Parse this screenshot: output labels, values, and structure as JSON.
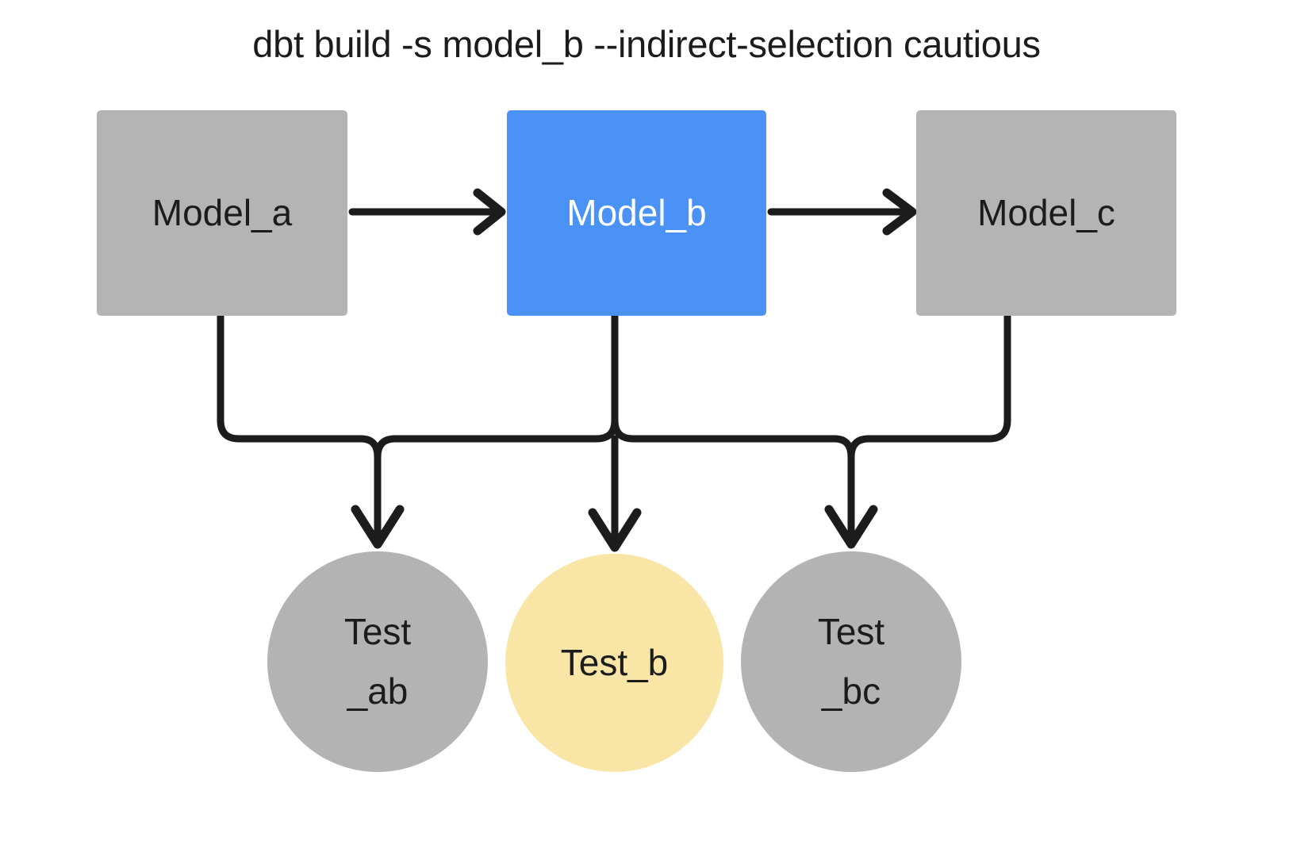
{
  "title": "dbt build -s model_b --indirect-selection cautious",
  "colors": {
    "background": "#ffffff",
    "model_default": "#b4b4b4",
    "model_selected": "#4a92f5",
    "test_default": "#b3b3b3",
    "test_highlight": "#f9e6a7",
    "edge": "#1c1c1c",
    "text_dark": "#1c1c1c",
    "text_light": "#ffffff"
  },
  "models": [
    {
      "id": "model_a",
      "label": "Model_a",
      "fill": "#b4b4b4",
      "text_color": "#1c1c1c",
      "selected": false
    },
    {
      "id": "model_b",
      "label": "Model_b",
      "fill": "#4a92f5",
      "text_color": "#ffffff",
      "selected": true
    },
    {
      "id": "model_c",
      "label": "Model_c",
      "fill": "#b4b4b4",
      "text_color": "#1c1c1c",
      "selected": false
    }
  ],
  "tests": [
    {
      "id": "test_ab",
      "label": "Test_ab",
      "line1": "Test",
      "line2": "_ab",
      "fill": "#b3b3b3",
      "text_color": "#1c1c1c",
      "highlighted": false
    },
    {
      "id": "test_b",
      "label": "Test_b",
      "line1": "Test_b",
      "line2": "",
      "fill": "#f9e6a7",
      "text_color": "#1c1c1c",
      "highlighted": true
    },
    {
      "id": "test_bc",
      "label": "Test_bc",
      "line1": "Test",
      "line2": "_bc",
      "fill": "#b3b3b3",
      "text_color": "#1c1c1c",
      "highlighted": false
    }
  ],
  "edges": [
    {
      "id": "edge-model-a-to-model-b",
      "from": "model_a",
      "to": "model_b",
      "style": "straight-arrow"
    },
    {
      "id": "edge-model-b-to-model-c",
      "from": "model_b",
      "to": "model_c",
      "style": "straight-arrow"
    },
    {
      "id": "edge-model-a-to-test-ab",
      "from": "model_a",
      "to": "test_ab",
      "style": "elbow-arrow"
    },
    {
      "id": "edge-model-b-to-test-ab",
      "from": "model_b",
      "to": "test_ab",
      "style": "elbow-arrow"
    },
    {
      "id": "edge-model-b-to-test-b",
      "from": "model_b",
      "to": "test_b",
      "style": "straight-arrow"
    },
    {
      "id": "edge-model-b-to-test-bc",
      "from": "model_b",
      "to": "test_bc",
      "style": "elbow-arrow"
    },
    {
      "id": "edge-model-c-to-test-bc",
      "from": "model_c",
      "to": "test_bc",
      "style": "elbow-arrow"
    }
  ]
}
